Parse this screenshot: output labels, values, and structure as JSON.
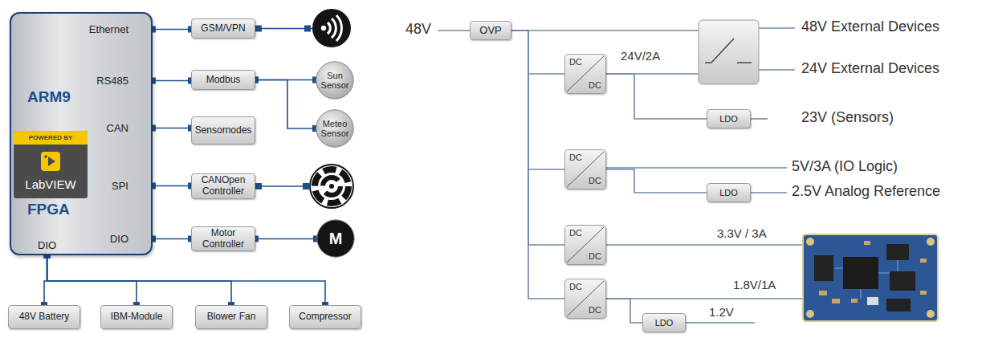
{
  "diagram": {
    "nodes": [
      {
        "text": [
          "Ethernet",
          "RS485",
          "ARM9",
          "CAN",
          "SPI",
          "FPGA",
          "DIO",
          "DIO"
        ]
      },
      {
        "text": [
          "POWERED BY",
          "LabVIEW"
        ],
        "in": 0
      },
      {
        "text": [
          "GSM/VPN"
        ]
      },
      {
        "text": [
          "Modbus"
        ]
      },
      {
        "text": [
          "Sensornodes"
        ]
      },
      {
        "text": [
          "CANOpen Controller"
        ]
      },
      {
        "text": [
          "Motor Controller"
        ]
      },
      {
        "text": [
          "Sun Sensor"
        ]
      },
      {
        "text": [
          "Meteo Sensor"
        ]
      },
      {
        "text": [
          "M"
        ]
      },
      {
        "text": [
          "48V Battery"
        ]
      },
      {
        "text": [
          "IBM-Module"
        ]
      },
      {
        "text": [
          "Blower Fan"
        ]
      },
      {
        "text": [
          "Compressor"
        ]
      },
      {
        "text": [
          "OVP"
        ]
      },
      {
        "text": [
          "DC",
          "DC"
        ]
      },
      {
        "text": [
          "LDO"
        ]
      },
      {
        "text": [
          "DC",
          "DC"
        ]
      },
      {
        "text": [
          "LDO"
        ]
      },
      {
        "text": [
          "DC",
          "DC"
        ]
      },
      {
        "text": [
          "DC",
          "DC"
        ]
      },
      {
        "text": [
          "LDO"
        ]
      }
    ],
    "edges": [
      {
        "from": 0,
        "to": 2,
        "arrow": "none"
      },
      {
        "from": 0,
        "to": 3,
        "arrow": "none"
      },
      {
        "from": 0,
        "to": 4,
        "arrow": "none"
      },
      {
        "from": 0,
        "to": 5,
        "arrow": "none"
      },
      {
        "from": 0,
        "to": 6,
        "arrow": "none"
      },
      {
        "from": 3,
        "to": 7,
        "arrow": "none"
      },
      {
        "from": 3,
        "to": 8,
        "arrow": "none"
      },
      {
        "from": 6,
        "to": 9,
        "arrow": "none"
      },
      {
        "from": 0,
        "to": 10,
        "arrow": "none"
      },
      {
        "from": 0,
        "to": 11,
        "arrow": "none"
      },
      {
        "from": 0,
        "to": 12,
        "arrow": "none"
      },
      {
        "from": 0,
        "to": 13,
        "arrow": "none"
      },
      {
        "from": 14,
        "to": 15,
        "arrow": "none"
      },
      {
        "from": 14,
        "to": 17,
        "arrow": "none"
      },
      {
        "from": 14,
        "to": 19,
        "arrow": "none"
      },
      {
        "from": 14,
        "to": 20,
        "arrow": "none"
      },
      {
        "from": 15,
        "to": 16,
        "arrow": "none"
      },
      {
        "from": 17,
        "to": 18,
        "arrow": "none"
      },
      {
        "from": 20,
        "to": 21,
        "arrow": "none"
      }
    ],
    "labels": [
      "48V",
      "24V/2A",
      "48V External Devices",
      "24V External Devices",
      "23V (Sensors)",
      "5V/3A (IO Logic)",
      "2.5V Analog Reference",
      "3.3V / 3A",
      "1.8V/1A",
      "1.2V"
    ]
  }
}
